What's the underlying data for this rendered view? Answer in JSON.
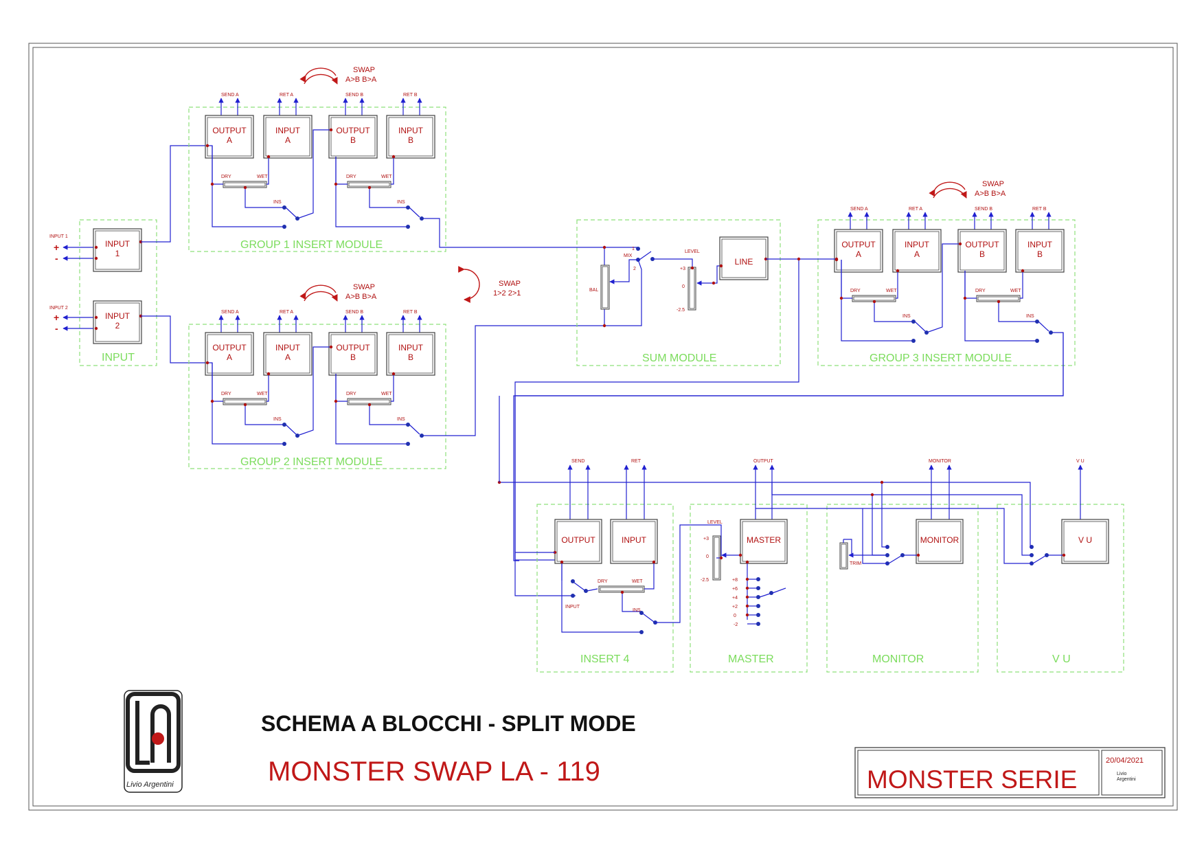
{
  "title": "SCHEMA A BLOCCHI - SPLIT MODE",
  "subtitle": "MONSTER  SWAP    LA - 119",
  "series_name": "MONSTER SERIE",
  "date": "20/04/2021",
  "author_line1": "Livio",
  "author_line2": "Argentini",
  "logo_caption": "Livio Argentini",
  "logo_letters": "LA",
  "inputs": {
    "input1_tag": "INPUT 1",
    "input2_tag": "INPUT 2",
    "plus": "+",
    "minus": "-",
    "block1_l1": "INPUT",
    "block1_l2": "1",
    "block2_l1": "INPUT",
    "block2_l2": "2",
    "group_label": "INPUT"
  },
  "insert_group": {
    "send_a": "SEND A",
    "ret_a": "RET A",
    "send_b": "SEND B",
    "ret_b": "RET B",
    "output": "OUTPUT",
    "input": "INPUT",
    "a": "A",
    "b": "B",
    "dry": "DRY",
    "wet": "WET",
    "ins": "INS",
    "swap": "SWAP",
    "swap_dir": "A>B   B>A",
    "group1_label": "GROUP 1  INSERT MODULE",
    "group2_label": "GROUP 2  INSERT MODULE",
    "group3_label": "GROUP 3  INSERT MODULE"
  },
  "group_swap": {
    "swap": "SWAP",
    "dir": "1>2   2>1"
  },
  "sum_module": {
    "mix": "MIX",
    "one": "1",
    "two": "2",
    "bal": "BAL",
    "level": "LEVEL",
    "p3": "+3",
    "zero": "0",
    "m25": "-2.5",
    "line": "LINE",
    "label": "SUM MODULE"
  },
  "insert4": {
    "send": "SEND",
    "ret": "RET",
    "output": "OUTPUT",
    "input": "INPUT",
    "dry": "DRY",
    "wet": "WET",
    "input_sw": "INPUT",
    "ins": "INS",
    "label": "INSERT 4"
  },
  "master": {
    "output_tag": "OUTPUT",
    "level": "LEVEL",
    "p3": "+3",
    "zero": "0",
    "m25": "-2.5",
    "block": "MASTER",
    "steps": [
      "+8",
      "+6",
      "+4",
      "+2",
      "0",
      "-2"
    ],
    "label": "MASTER"
  },
  "monitor": {
    "tag": "MONITOR",
    "block": "MONITOR",
    "trim": "TRIM",
    "label": "MONITOR"
  },
  "vu": {
    "tag": "V U",
    "block": "V U",
    "label": "V U"
  },
  "colors": {
    "wire": "#2020d0",
    "label_red": "#b01010",
    "group_green": "#7bdc5c"
  }
}
